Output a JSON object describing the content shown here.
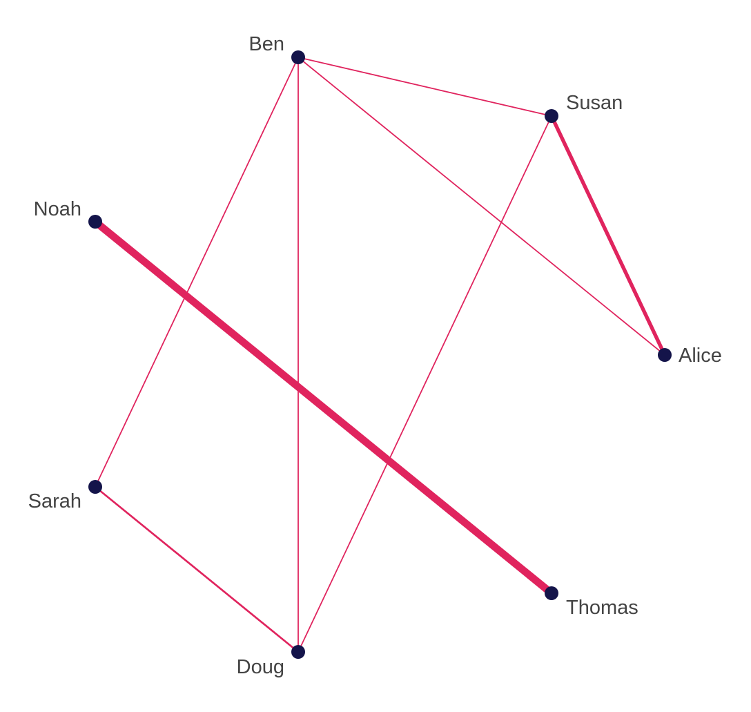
{
  "colors": {
    "background": "#ffffff",
    "edge": "#e0245e",
    "node": "#14144a",
    "label": "#444444"
  },
  "nodes": [
    {
      "id": "ben",
      "label": "Ben"
    },
    {
      "id": "susan",
      "label": "Susan"
    },
    {
      "id": "noah",
      "label": "Noah"
    },
    {
      "id": "alice",
      "label": "Alice"
    },
    {
      "id": "sarah",
      "label": "Sarah"
    },
    {
      "id": "thomas",
      "label": "Thomas"
    },
    {
      "id": "doug",
      "label": "Doug"
    }
  ],
  "edges": [
    {
      "source": "ben",
      "target": "susan",
      "weight": 1
    },
    {
      "source": "ben",
      "target": "alice",
      "weight": 1
    },
    {
      "source": "ben",
      "target": "doug",
      "weight": 1
    },
    {
      "source": "ben",
      "target": "sarah",
      "weight": 1
    },
    {
      "source": "susan",
      "target": "alice",
      "weight": 3
    },
    {
      "source": "susan",
      "target": "doug",
      "weight": 1
    },
    {
      "source": "noah",
      "target": "thomas",
      "weight": 6
    },
    {
      "source": "sarah",
      "target": "doug",
      "weight": 1.5
    }
  ]
}
